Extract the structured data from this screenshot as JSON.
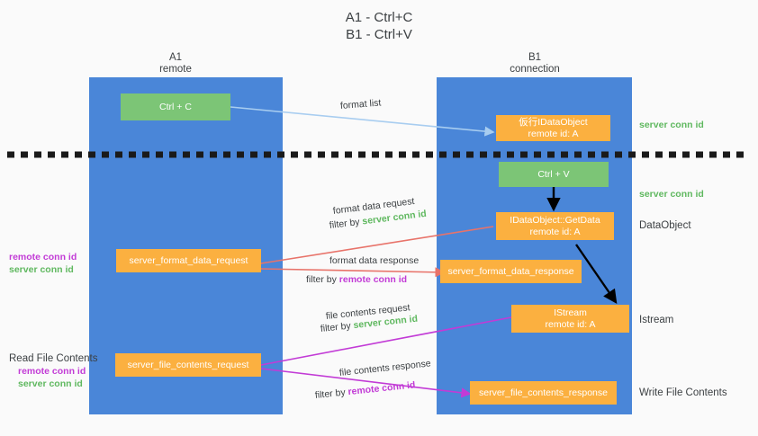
{
  "title": "A1 - Ctrl+C\nB1 - Ctrl+V",
  "colors": {
    "lane": "#4a86d8",
    "green_box": "#7cc576",
    "orange_box": "#fbb040",
    "green_text": "#5fb85f",
    "purple_text": "#c23bd6",
    "arrow_blue": "#a8cdf0",
    "arrow_red": "#e8736a",
    "arrow_purple": "#c23bd6",
    "arrow_black": "#000000",
    "divider": "#1a1a1a",
    "background": "#fafafa"
  },
  "columns": [
    {
      "name": "A1",
      "sub": "remote"
    },
    {
      "name": "B1",
      "sub": "connection"
    }
  ],
  "boxes": {
    "ctrl_c": {
      "line1": "Ctrl + C"
    },
    "ctrl_v": {
      "line1": "Ctrl + V"
    },
    "idataobject": {
      "line1": "仮行IDataObject",
      "line2": "remote id: A"
    },
    "getdata": {
      "line1": "IDataObject::GetData",
      "line2": "remote id: A"
    },
    "istream": {
      "line1": "IStream",
      "line2": "remote id: A"
    },
    "server_format_data_request": {
      "line1": "server_format_data_request"
    },
    "server_format_data_response": {
      "line1": "server_format_data_response"
    },
    "server_file_contents_request": {
      "line1": "server_file_contents_request"
    },
    "server_file_contents_response": {
      "line1": "server_file_contents_response"
    }
  },
  "arrow_labels": {
    "format_list": "format list",
    "format_data_request": "format data request",
    "format_data_request_filter_pre": "filter by ",
    "format_data_request_filter_key": "server conn id",
    "format_data_response": "format data response",
    "format_data_response_filter_pre": "filter by ",
    "format_data_response_filter_key": "remote conn id",
    "file_contents_request": "file contents request",
    "file_contents_request_filter_pre": "filter by ",
    "file_contents_request_filter_key": "server conn id",
    "file_contents_response": "file contents response",
    "file_contents_response_filter_pre": "filter by ",
    "file_contents_response_filter_key": "remote conn id"
  },
  "side_labels": {
    "right_server_conn_id_top": "server conn id",
    "right_server_conn_id_mid": "server conn id",
    "right_dataobject": "DataObject",
    "right_istream": "Istream",
    "right_write_file_contents": "Write File Contents",
    "left_read_file_contents": "Read File Contents",
    "left_remote_conn_id_1": "remote conn id",
    "left_server_conn_id_1": "server conn id",
    "left_remote_conn_id_2": "remote conn id",
    "left_server_conn_id_2": "server conn id"
  }
}
